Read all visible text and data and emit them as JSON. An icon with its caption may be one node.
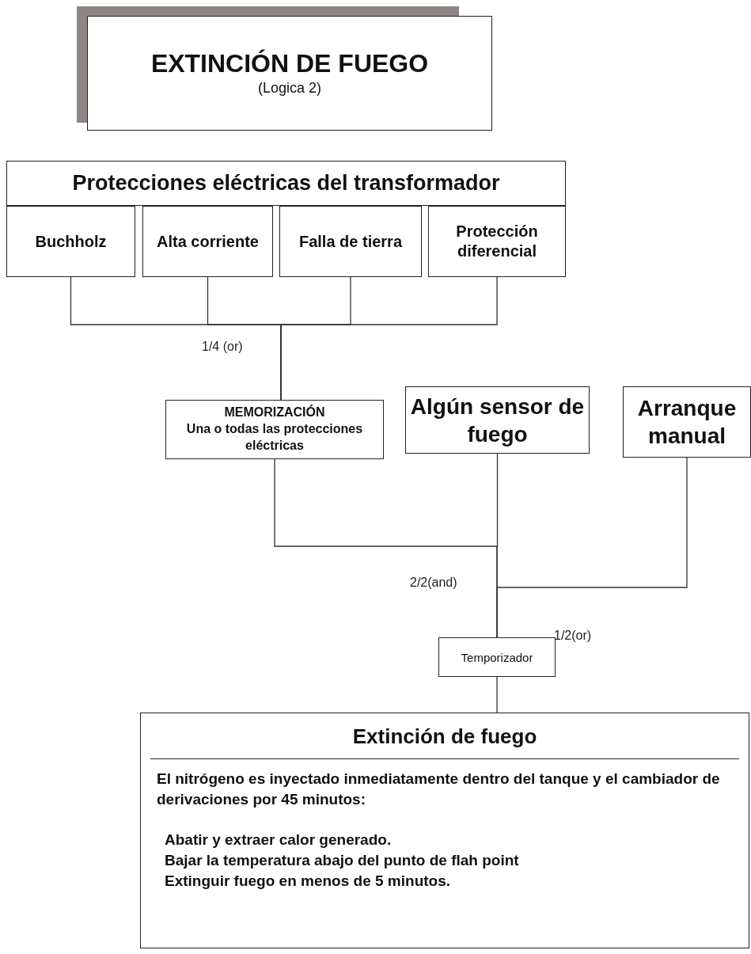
{
  "diagram": {
    "nodes": [
      {
        "text": [
          "EXTINCIÓN DE FUEGO",
          "(Logica 2)"
        ]
      },
      {
        "text": [
          "Protecciones eléctricas del transformador"
        ]
      },
      {
        "text": [
          "Buchholz"
        ]
      },
      {
        "text": [
          "Alta corriente"
        ]
      },
      {
        "text": [
          "Falla de tierra"
        ]
      },
      {
        "text": [
          "Protección diferencial"
        ]
      },
      {
        "text": [
          "MEMORIZACIÓN",
          "Una o todas las protecciones eléctricas"
        ]
      },
      {
        "text": [
          "Algún sensor de fuego"
        ]
      },
      {
        "text": [
          "Arranque manual"
        ]
      },
      {
        "text": [
          "Temporizador"
        ]
      },
      {
        "text": [
          "Extinción de fuego",
          "El nitrógeno es inyectado inmediatamente dentro del tanque y el cambiador de derivaciones por 45 minutos:",
          "Abatir y extraer calor generado.",
          "Bajar la temperatura abajo del punto de flah point",
          "Extinguir fuego en menos de 5 minutos."
        ]
      }
    ],
    "edges": [
      {
        "from": 2,
        "to": 6,
        "arrow": "none"
      },
      {
        "from": 3,
        "to": 6,
        "arrow": "none"
      },
      {
        "from": 4,
        "to": 6,
        "arrow": "none"
      },
      {
        "from": 5,
        "to": 6,
        "arrow": "none"
      },
      {
        "from": 6,
        "to": 9,
        "arrow": "none"
      },
      {
        "from": 7,
        "to": 9,
        "arrow": "none"
      },
      {
        "from": 8,
        "to": 9,
        "arrow": "none"
      },
      {
        "from": 9,
        "to": 10,
        "arrow": "none"
      }
    ],
    "labels": [
      "1/4 (or)",
      "2/2(and)",
      "1/2(or)"
    ]
  }
}
